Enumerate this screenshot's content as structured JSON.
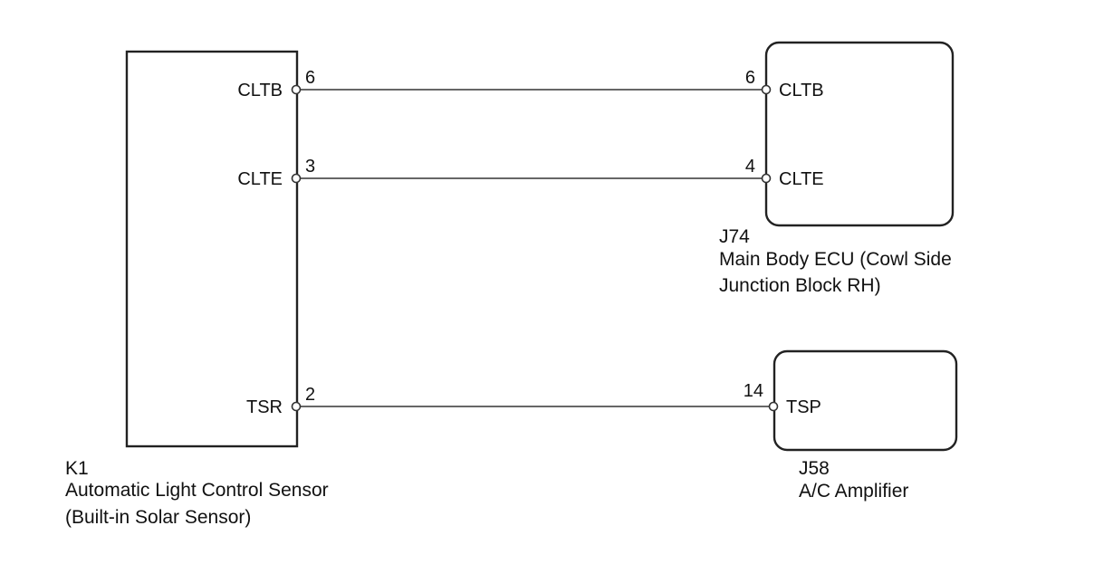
{
  "components": {
    "k1": {
      "id": "K1",
      "name_line1": "Automatic Light Control Sensor",
      "name_line2": "(Built-in Solar Sensor)",
      "terminals": [
        {
          "label": "CLTB",
          "pin": "6"
        },
        {
          "label": "CLTE",
          "pin": "3"
        },
        {
          "label": "TSR",
          "pin": "2"
        }
      ]
    },
    "j74": {
      "id": "J74",
      "name_line1": "Main Body ECU (Cowl Side",
      "name_line2": "Junction Block RH)",
      "terminals": [
        {
          "label": "CLTB",
          "pin": "6"
        },
        {
          "label": "CLTE",
          "pin": "4"
        }
      ]
    },
    "j58": {
      "id": "J58",
      "name_line1": "A/C Amplifier",
      "terminals": [
        {
          "label": "TSP",
          "pin": "14"
        }
      ]
    }
  },
  "colors": {
    "line": "#333333",
    "background": "#ffffff"
  }
}
